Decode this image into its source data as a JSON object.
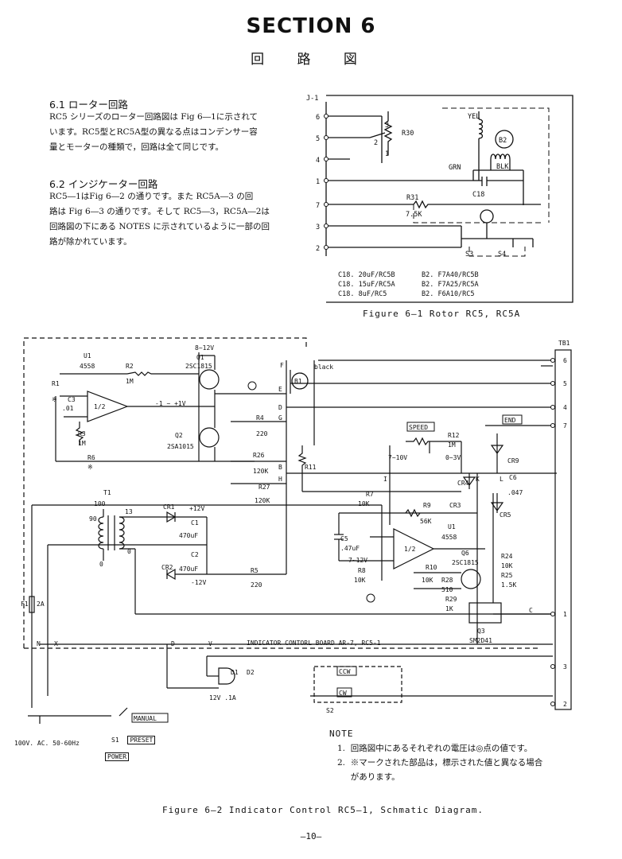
{
  "section_title": "SECTION 6",
  "section_subtitle": "回 路 図",
  "s61": {
    "heading": "6.1 ローター回路",
    "lines": [
      "RC5 シリーズのローター回路図は Fig 6―1に示されて",
      "います。RC5型とRC5A型の異なる点はコンデンサー容",
      "量とモーターの種類で，回路は全て同じです。"
    ]
  },
  "s62": {
    "heading": "6.2 インジケーター回路",
    "lines": [
      "RC5―1はFig 6―2 の通りです。また RC5A―3 の回",
      "路は Fig 6―3 の通りです。そして RC5―3，RC5A―2は",
      "回路図の下にある NOTES に示されているように一部の回",
      "路が除かれています。"
    ]
  },
  "fig1": {
    "connector": "J-1",
    "pins": [
      "6",
      "5",
      "4",
      "1",
      "7",
      "3",
      "2"
    ],
    "parts": {
      "r30": "R30",
      "r31": "R31",
      "r31_val": "7.5K",
      "yel": "YEL",
      "grn": "GRN",
      "blk": "BLK",
      "b2": "B2",
      "c18": "C18",
      "s3": "S3",
      "s4": "S4",
      "p3": "3",
      "p2": "2",
      "p1": "1"
    },
    "legend": [
      "C18.  20uF/RC5B",
      "C18.  15uF/RC5A",
      "C18.   8uF/RC5",
      "B2.  F7A40/RC5B",
      "B2.  F7A25/RC5A",
      "B2.  F6A10/RC5"
    ],
    "caption": "Figure 6―1  Rotor  RC5, RC5A"
  },
  "fig2": {
    "labels": {
      "tb1": "TB1",
      "u1": "U1",
      "ic": "4558",
      "r1": "R1",
      "c3": "C3",
      "c3v": ".01",
      "half": "1/2",
      "r2": "R2",
      "r2v": "1M",
      "v812": "8~12V",
      "q1": "Q1",
      "q1t": "2SC1815",
      "q2": "Q2",
      "q2t": "2SA1015",
      "vout": "-1 ~ +1V",
      "r3": "R3",
      "r3v": "1M",
      "r6": "R6",
      "star": "※",
      "r4": "R4",
      "r4v": "220",
      "r26": "R26",
      "r26v": "120K",
      "r27": "R27",
      "r27v": "120K",
      "r11": "R11",
      "black": "black",
      "b1": "B1",
      "speed": "SPEED",
      "end": "END",
      "r12": "R12",
      "r12v": "1M",
      "v710": "7~10V",
      "v03": "0~3V",
      "cr9": "CR9",
      "cr4": "CR4",
      "c6": "C6",
      "c6v": ".047",
      "t1": "T1",
      "t100": "100",
      "t90": "90",
      "t13": "13",
      "t0": "0",
      "cr1": "CR1",
      "p12": "+12V",
      "c1": "C1",
      "c1v": "470uF",
      "c2": "C2",
      "c2v": "470uF",
      "cr2": "CR2",
      "m12": "-12V",
      "r5": "R5",
      "r5v": "220",
      "r7": "R7",
      "r7v": "10K",
      "r9": "R9",
      "r9v": "56K",
      "cr3": "CR3",
      "cr5": "CR5",
      "c5": "C5",
      "c5v": ".47uF",
      "v712": "7~12V",
      "r8": "R8",
      "r8v": "10K",
      "r10": "R10",
      "r10v": "10K",
      "r28": "R28",
      "r28v": "510",
      "r29": "R29",
      "r29v": "1K",
      "q6": "Q6",
      "q6t": "2SC1815",
      "r24": "R24",
      "r24v": "10K",
      "r25": "R25",
      "r25v": "1.5K",
      "q3": "Q3",
      "q3t": "SM2D41",
      "f1": "F1",
      "f1v": "2A",
      "board": "INDICATOR CONTORL BOARD  AR-7, RC5-1",
      "d1": "D1",
      "d2": "D2",
      "d1v": "12V .1A",
      "ccw": "CCW",
      "cw": "CW",
      "s2": "S2",
      "manual": "MANUAL",
      "preset": "PRESET",
      "power": "POWER",
      "s1": "S1",
      "mains": "100V. AC. 50-60Hz",
      "n": "N",
      "x": "X",
      "d": "D",
      "v": "V",
      "c": "C",
      "e": "E",
      "f": "F",
      "g": "G",
      "h": "H",
      "b": "B",
      "i": "I",
      "k": "K",
      "l": "L"
    },
    "tb_pins": [
      "6",
      "5",
      "4",
      "7",
      "1",
      "3",
      "2"
    ],
    "caption": "Figure 6―2  Indicator Control  RC5―1, Schmatic Diagram."
  },
  "notes": {
    "heading": "NOTE",
    "items": [
      "1.  回路図中にあるそれぞれの電圧は◎点の値です。",
      "2.  ※マークされた部品は，標示された値と異なる場合",
      "     があります。"
    ]
  },
  "page_number": "―10―"
}
